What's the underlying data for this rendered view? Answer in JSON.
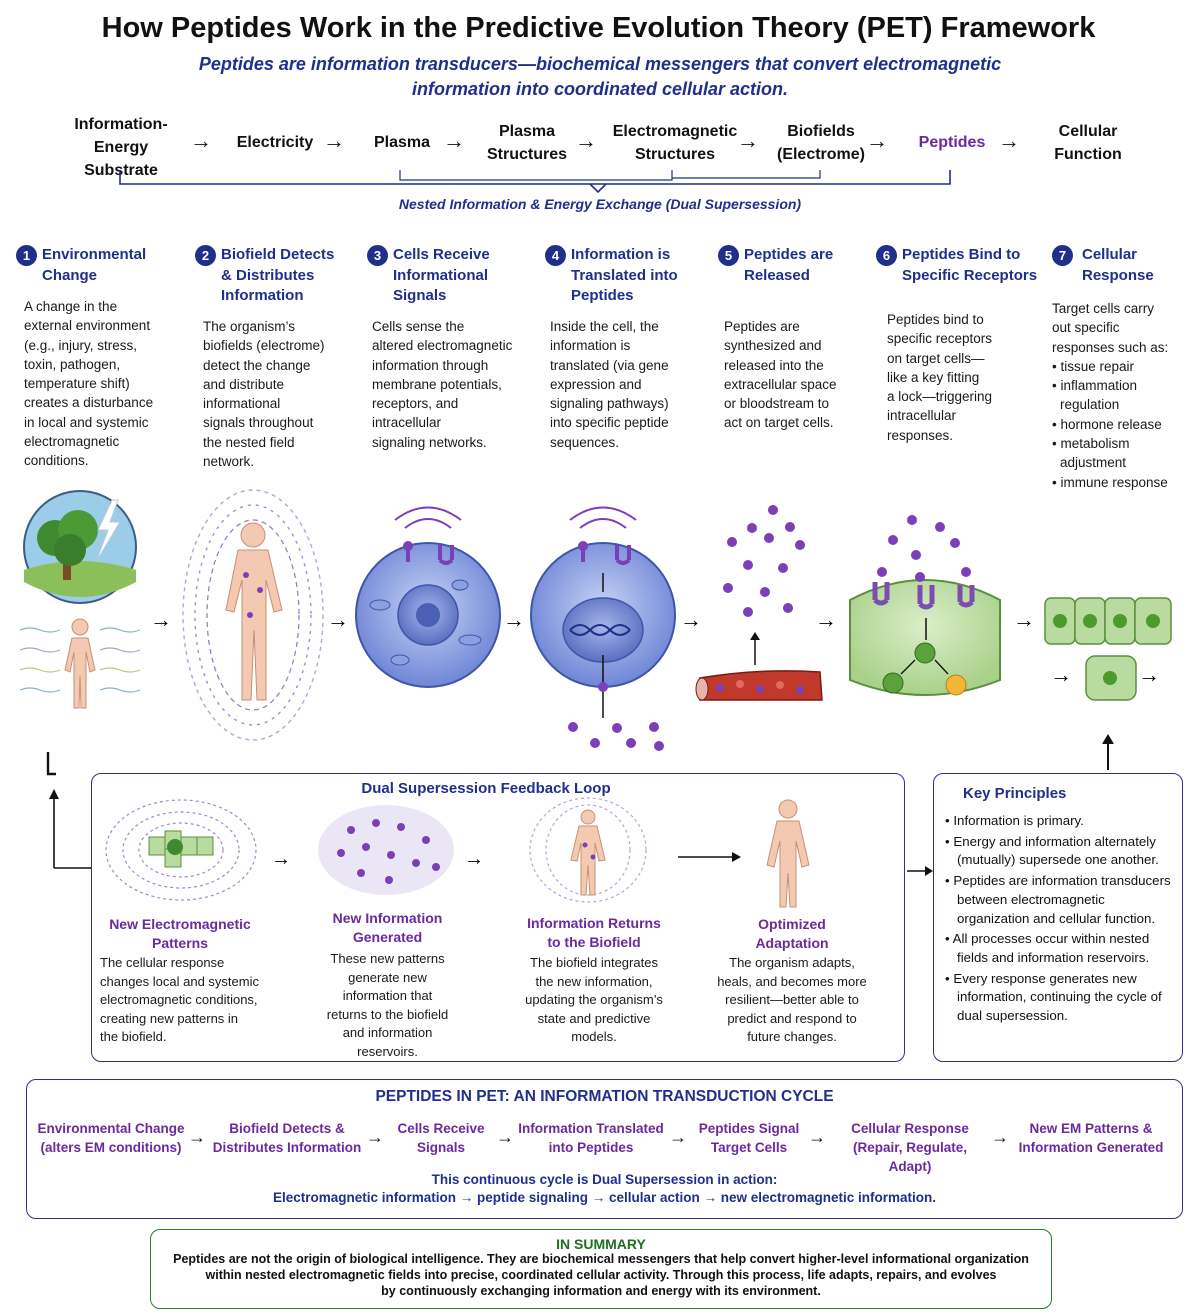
{
  "title": "How Peptides Work in the Predictive Evolution Theory (PET) Framework",
  "subtitle_line1": "Peptides are information transducers—biochemical messengers that convert electromagnetic",
  "subtitle_line2": "information into coordinated cellular action.",
  "chain": [
    {
      "line1": "Information-Energy",
      "line2": "Substrate"
    },
    {
      "line1": "Electricity",
      "line2": ""
    },
    {
      "line1": "Plasma",
      "line2": ""
    },
    {
      "line1": "Plasma",
      "line2": "Structures"
    },
    {
      "line1": "Electromagnetic",
      "line2": "Structures"
    },
    {
      "line1": "Biofields",
      "line2": "(Electrome)"
    },
    {
      "line1": "Peptides",
      "line2": ""
    },
    {
      "line1": "Cellular",
      "line2": "Function"
    }
  ],
  "chain_arrow": "→",
  "nested_label": "Nested Information & Energy Exchange (Dual Supersession)",
  "steps": [
    {
      "num": "1",
      "title_lines": [
        "Environmental",
        "Change"
      ],
      "text": [
        "A change in the",
        "external environment",
        "(e.g., injury, stress,",
        "toxin, pathogen,",
        "temperature shift)",
        "creates a disturbance",
        "in local and systemic",
        "electromagnetic",
        "conditions."
      ]
    },
    {
      "num": "2",
      "title_lines": [
        "Biofield Detects",
        "& Distributes",
        "Information"
      ],
      "text": [
        "The organism’s",
        "biofields (electrome)",
        "detect the change",
        "and distribute",
        "informational",
        "signals throughout",
        "the nested field",
        "network."
      ]
    },
    {
      "num": "3",
      "title_lines": [
        "Cells Receive",
        "Informational",
        "Signals"
      ],
      "text": [
        "Cells sense the",
        "altered electromagnetic",
        "information through",
        "membrane potentials,",
        "receptors, and",
        "intracellular",
        "signaling networks."
      ]
    },
    {
      "num": "4",
      "title_lines": [
        "Information is",
        "Translated into",
        "Peptides"
      ],
      "text": [
        "Inside the cell, the",
        "information is",
        "translated (via gene",
        "expression and",
        "signaling pathways)",
        "into specific peptide",
        "sequences."
      ]
    },
    {
      "num": "5",
      "title_lines": [
        "Peptides are",
        "Released"
      ],
      "text": [
        "Peptides are",
        "synthesized and",
        "released into the",
        "extracellular space",
        "or bloodstream to",
        "act on target cells."
      ]
    },
    {
      "num": "6",
      "title_lines": [
        "Peptides Bind to",
        "Specific Receptors"
      ],
      "text": [
        "Peptides bind to",
        "specific receptors",
        "on target cells—",
        "like a key fitting",
        "a lock—triggering",
        "intracellular",
        "responses."
      ]
    },
    {
      "num": "7",
      "title_lines": [
        "Cellular",
        "Response"
      ],
      "text": [
        "Target cells carry",
        "out specific",
        "responses such as:"
      ],
      "bullets": [
        "tissue repair",
        "inflammation",
        "regulation",
        "hormone release",
        "metabolism",
        "adjustment",
        "immune response"
      ]
    }
  ],
  "loop": {
    "title": "Dual Supersession Feedback Loop",
    "items": [
      {
        "title_lines": [
          "New Electromagnetic",
          "Patterns"
        ],
        "text": [
          "The cellular response",
          "changes local and systemic",
          "electromagnetic conditions,",
          "creating new patterns in",
          "the biofield."
        ]
      },
      {
        "title_lines": [
          "New Information",
          "Generated"
        ],
        "text": [
          "These new patterns",
          "generate new",
          "information that",
          "returns to the biofield",
          "and information",
          "reservoirs."
        ]
      },
      {
        "title_lines": [
          "Information Returns",
          "to the Biofield"
        ],
        "text": [
          "The biofield integrates",
          "the new information,",
          "updating the organism’s",
          "state and predictive",
          "models."
        ]
      },
      {
        "title_lines": [
          "Optimized",
          "Adaptation"
        ],
        "text": [
          "The organism adapts,",
          "heals, and becomes more",
          "resilient—better able to",
          "predict and respond to",
          "future changes."
        ]
      }
    ]
  },
  "principles": {
    "title": "Key Principles",
    "items": [
      "Information is primary.",
      "Energy and information alternately (mutually) supersede one another.",
      "Peptides are information transducers between electromagnetic organization and cellular function.",
      "All processes occur within nested fields and information reservoirs.",
      "Every response generates new information, continuing the cycle of dual supersession."
    ]
  },
  "cycle": {
    "title": "PEPTIDES IN PET: AN INFORMATION TRANSDUCTION CYCLE",
    "items": [
      {
        "line1": "Environmental Change",
        "line2": "(alters EM conditions)"
      },
      {
        "line1": "Biofield Detects &",
        "line2": "Distributes Information"
      },
      {
        "line1": "Cells Receive",
        "line2": "Signals"
      },
      {
        "line1": "Information Translated",
        "line2": "into Peptides"
      },
      {
        "line1": "Peptides Signal",
        "line2": "Target Cells"
      },
      {
        "line1": "Cellular Response",
        "line2": "(Repair, Regulate, Adapt)"
      },
      {
        "line1": "New EM Patterns &",
        "line2": "Information Generated"
      }
    ],
    "note1": "This continuous cycle is Dual Supersession in action:",
    "note2": "Electromagnetic information → peptide signaling → cellular action → new electromagnetic information."
  },
  "summary": {
    "title": "IN SUMMARY",
    "lines": [
      "Peptides are not the origin of biological intelligence. They are biochemical messengers that help convert higher-level informational organization",
      "within nested electromagnetic fields into precise, coordinated cellular activity. Through this process, life adapts, repairs, and evolves",
      "by continuously exchanging information and energy with its environment."
    ]
  },
  "colors": {
    "navy": "#1f2f8a",
    "purple": "#6a2a9c",
    "green": "#1f6e1f",
    "cell_blue": "#7d93dd",
    "cell_green": "#b9dba0",
    "peptide": "#7b3fb8"
  },
  "icons": [
    "tree-lightning-icon",
    "human-figure-icon",
    "biofield-body-icon",
    "cell-icon",
    "nucleus-dna-icon",
    "peptide-dots-icon",
    "blood-vessel-icon",
    "receptor-icon",
    "target-cell-icon",
    "tissue-cells-icon"
  ]
}
